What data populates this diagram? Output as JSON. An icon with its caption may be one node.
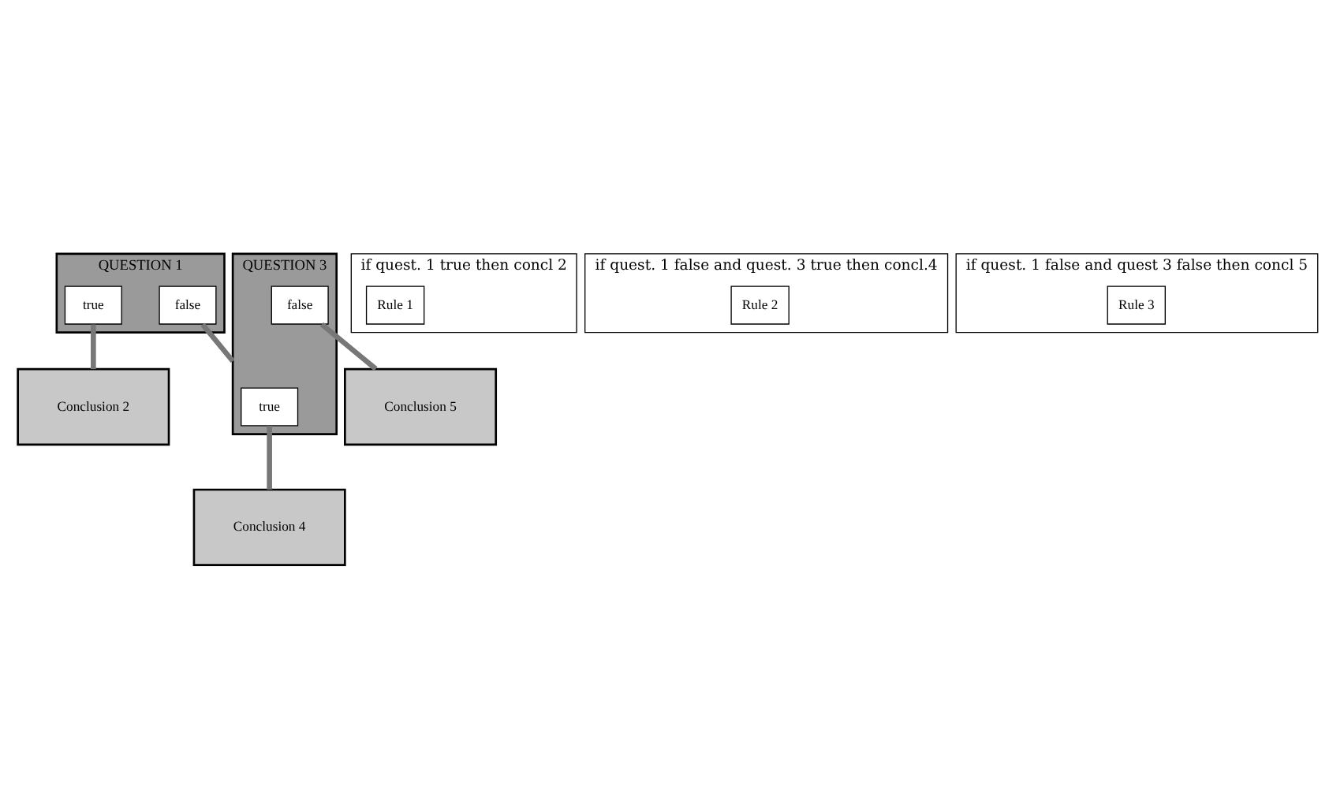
{
  "diagram": {
    "nodes": [
      {
        "text": [
          "QUESTION 1"
        ]
      },
      {
        "text": [
          "true"
        ],
        "in": 0
      },
      {
        "text": [
          "false"
        ],
        "in": 0
      },
      {
        "text": [
          "Conclusion 2"
        ]
      },
      {
        "text": [
          "QUESTION 3"
        ]
      },
      {
        "text": [
          "true"
        ],
        "in": 4
      },
      {
        "text": [
          "false"
        ],
        "in": 4
      },
      {
        "text": [
          "Conclusion 4"
        ]
      },
      {
        "text": [
          "Conclusion 5"
        ]
      },
      {
        "text": [
          "if quest. 1 true then concl 2"
        ]
      },
      {
        "text": [
          "Rule 1"
        ],
        "in": 9
      },
      {
        "text": [
          "if quest. 1 false and quest. 3 true then concl.4"
        ]
      },
      {
        "text": [
          "Rule 2"
        ],
        "in": 11
      },
      {
        "text": [
          "if quest. 1 false and quest 3 false then concl 5"
        ]
      },
      {
        "text": [
          "Rule 3"
        ],
        "in": 13
      }
    ],
    "edges": [
      {
        "from": 1,
        "to": 3,
        "arrow": "none"
      },
      {
        "from": 2,
        "to": 4,
        "arrow": "none"
      },
      {
        "from": 5,
        "to": 7,
        "arrow": "none"
      },
      {
        "from": 6,
        "to": 8,
        "arrow": "none"
      }
    ]
  }
}
